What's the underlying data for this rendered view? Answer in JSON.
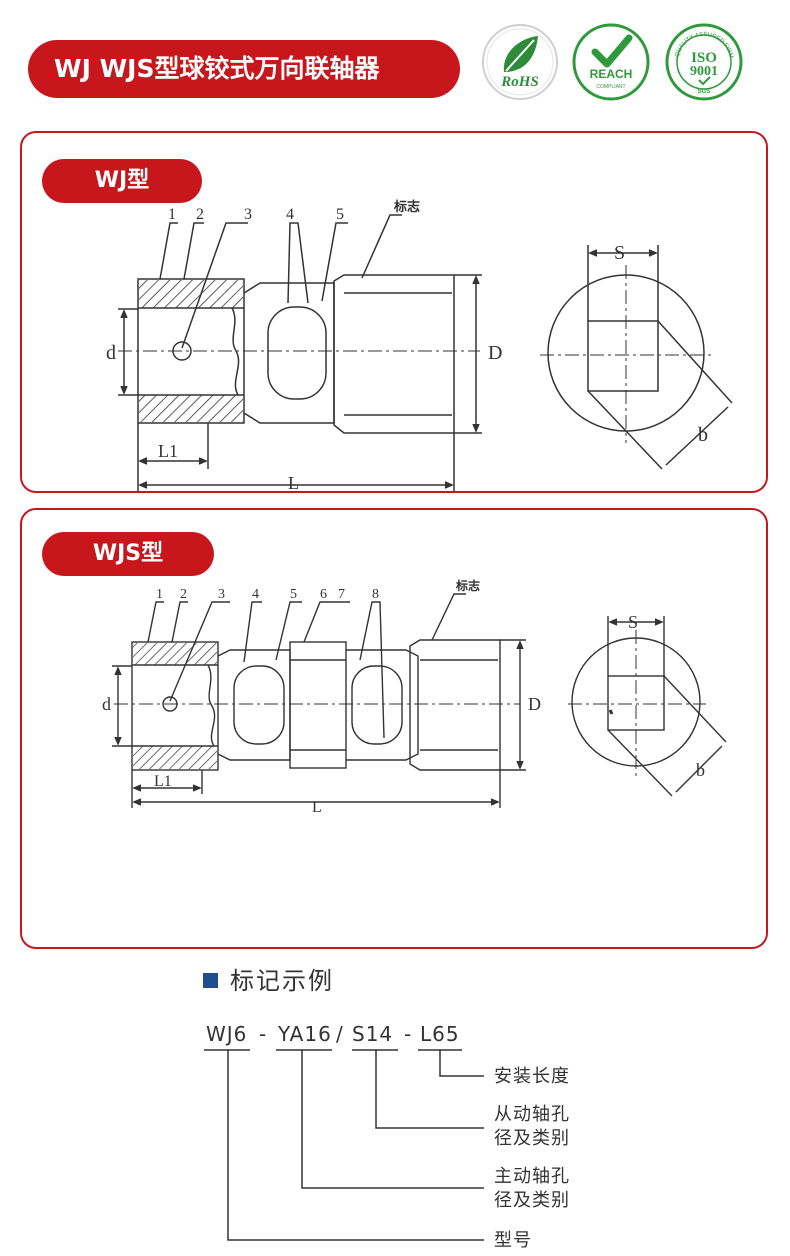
{
  "header": {
    "title": "WJ WJS型球铰式万向联轴器",
    "certs": [
      {
        "name": "rohs",
        "label": "RoHS",
        "icon": "leaf-icon",
        "color": "#2e8b3a"
      },
      {
        "name": "reach",
        "label": "REACH",
        "sub": "COMPLIANT",
        "icon": "check-icon",
        "color": "#2f9a3b"
      },
      {
        "name": "iso",
        "label": "ISO",
        "num": "9001",
        "ring": "QUALITY ASSURED FIRM",
        "sub": "SGS",
        "icon": "check-icon",
        "color": "#2f9a3b"
      }
    ]
  },
  "accent": "#c8161d",
  "panel_wj": {
    "badge": "WJ型",
    "callouts": [
      "1",
      "2",
      "3",
      "4",
      "5"
    ],
    "mark": "标志",
    "dims": {
      "d": "d",
      "D": "D",
      "L1": "L1",
      "L": "L",
      "S": "S",
      "b": "b"
    }
  },
  "panel_wjs": {
    "badge": "WJS型",
    "callouts": [
      "1",
      "2",
      "3",
      "4",
      "5",
      "6",
      "7",
      "8"
    ],
    "mark": "标志",
    "dims": {
      "d": "d",
      "D": "D",
      "L1": "L1",
      "L": "L",
      "S": "S",
      "b": "b"
    }
  },
  "example": {
    "title": "标记示例",
    "code": [
      "WJ6",
      "-",
      "YA16",
      "/",
      "S14",
      "-",
      "L65"
    ],
    "labels": {
      "length": "安装长度",
      "driven_1": "从动轴孔",
      "driven_2": "径及类别",
      "driving_1": "主动轴孔",
      "driving_2": "径及类别",
      "model": "型号"
    }
  }
}
